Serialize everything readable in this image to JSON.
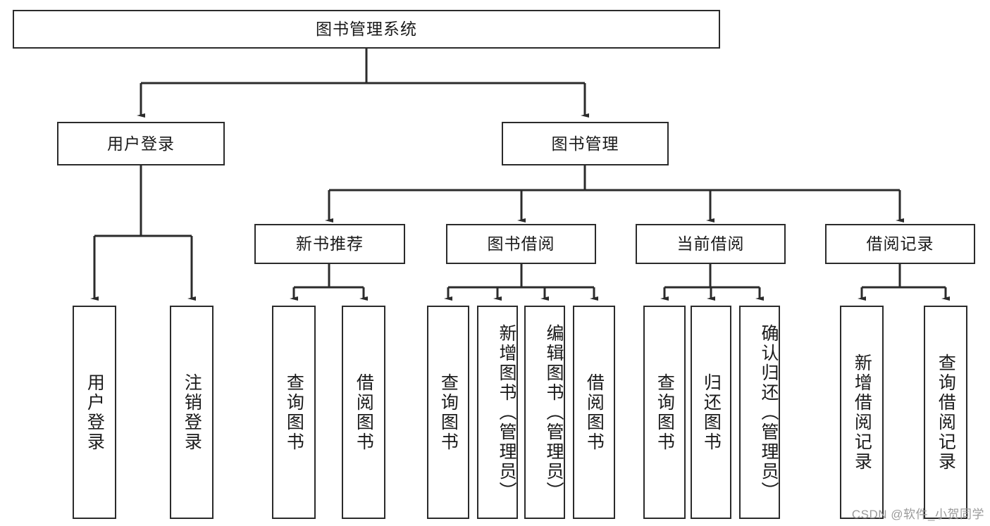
{
  "diagram": {
    "title": "图书管理系统",
    "type": "hierarchy-tree",
    "colors": {
      "node_border": "#2b2b2b",
      "node_fill": "#ffffff",
      "edge": "#2b2b2b",
      "text": "#1a1a1a",
      "watermark": "#9a9a9a",
      "background": "#ffffff"
    },
    "levels": {
      "root": {
        "label": "图书管理系统"
      },
      "level2": [
        {
          "label": "用户登录"
        },
        {
          "label": "图书管理"
        }
      ],
      "level3": [
        {
          "label": "新书推荐"
        },
        {
          "label": "图书借阅"
        },
        {
          "label": "当前借阅"
        },
        {
          "label": "借阅记录"
        }
      ],
      "leaves_user_login": [
        {
          "label": "用户登录"
        },
        {
          "label": "注销登录"
        }
      ],
      "leaves_new_books": [
        {
          "label": "查询图书"
        },
        {
          "label": "借阅图书"
        }
      ],
      "leaves_borrow": [
        {
          "label": "查询图书"
        },
        {
          "label": "新增图书（管理员）"
        },
        {
          "label": "编辑图书（管理员）"
        },
        {
          "label": "借阅图书"
        }
      ],
      "leaves_current": [
        {
          "label": "查询图书"
        },
        {
          "label": "归还图书"
        },
        {
          "label": "确认归还（管理员）"
        }
      ],
      "leaves_records": [
        {
          "label": "新增借阅记录"
        },
        {
          "label": "查询借阅记录"
        }
      ]
    },
    "watermark": "CSDN @软件_小贺同学"
  }
}
